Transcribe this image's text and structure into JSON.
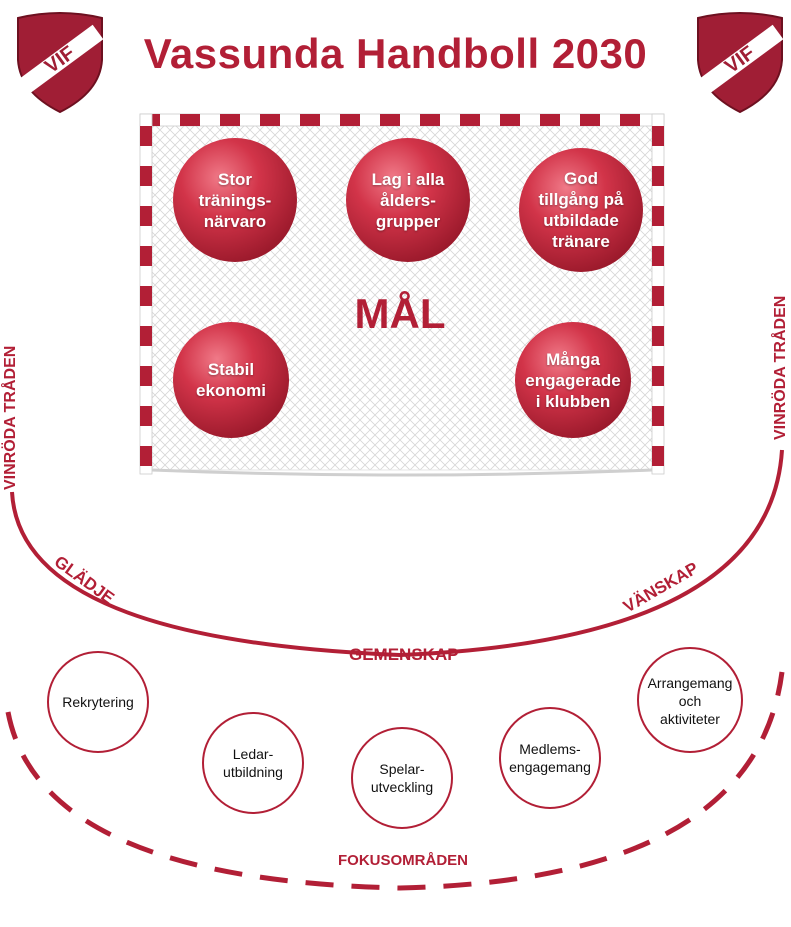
{
  "title": "Vassunda Handboll 2030",
  "logo": {
    "text": "VIF"
  },
  "goal": {
    "label": "MÅL"
  },
  "goals": [
    {
      "text": "Stor tränings-närvaro",
      "lines": [
        "Stor",
        "tränings-",
        "närvaro"
      ]
    },
    {
      "text": "Lag i alla ålders-grupper",
      "lines": [
        "Lag i alla",
        "ålders-",
        "grupper"
      ]
    },
    {
      "text": "God tillgång på utbildade tränare",
      "lines": [
        "God",
        "tillgång på",
        "utbildade",
        "tränare"
      ]
    },
    {
      "text": "Stabil ekonomi",
      "lines": [
        "Stabil",
        "ekonomi"
      ]
    },
    {
      "text": "Många engagerade i klubben",
      "lines": [
        "Många",
        "engagerade",
        "i klubben"
      ]
    }
  ],
  "threads": {
    "left": "VINRÖDA TRÅDEN",
    "right": "VINRÖDA TRÅDEN"
  },
  "values": {
    "gladje": "GLÄDJE",
    "vanskap": "VÄNSKAP",
    "gemenskap": "GEMENSKAP"
  },
  "focus": {
    "label": "FOKUSOMRÅDEN",
    "areas": [
      {
        "text": "Rekrytering",
        "lines": [
          "Rekrytering"
        ]
      },
      {
        "text": "Ledar-utbildning",
        "lines": [
          "Ledar-",
          "utbildning"
        ]
      },
      {
        "text": "Spelar-utveckling",
        "lines": [
          "Spelar-",
          "utveckling"
        ]
      },
      {
        "text": "Medlems-engagemang",
        "lines": [
          "Medlems-",
          "engagemang"
        ]
      },
      {
        "text": "Arrangemang och aktiviteter",
        "lines": [
          "Arrangemang",
          "och",
          "aktiviteter"
        ]
      }
    ]
  },
  "colors": {
    "brand": "#b21f36",
    "net": "#d9d9d9",
    "ball": "#cc2a43"
  }
}
